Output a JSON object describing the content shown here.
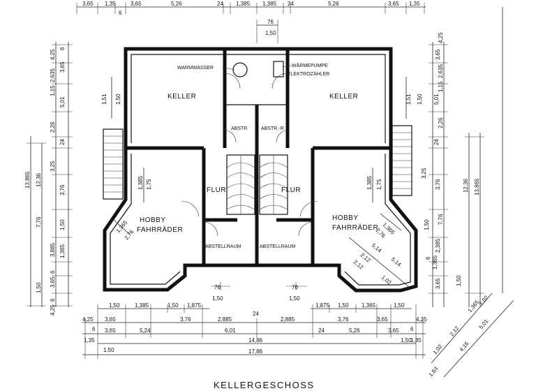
{
  "title": "KELLERGESCHOSS",
  "rooms": {
    "keller_left": "KELLER",
    "keller_right": "KELLER",
    "flur_left": "FLUR",
    "flur_right": "FLUR",
    "hobby_left_1": "HOBBY",
    "hobby_left_2": "FAHRRÄDER",
    "hobby_right_1": "HOBBY",
    "hobby_right_2": "FAHRRÄDER",
    "abstell_left": "ABSTELLRAUM",
    "abstell_right": "ABSTELLRAUM",
    "abstr_left": "ABSTR",
    "abstr_right": "ABSTR.-R",
    "warmwasser": "WARMWASSER",
    "waermepumpe": "WÄRMEPUMPE",
    "elektrozaehler": "ELEKTROZÄHLER"
  },
  "dims": {
    "top": [
      "3,65",
      "1,35",
      "6",
      "3,65",
      "5,26",
      "24",
      "1,385",
      "1,385",
      "24",
      "5,26",
      "3,65",
      "1,35"
    ],
    "top_mid_1": "76",
    "top_mid_2": "1,50",
    "left": [
      "4,25",
      "6",
      "3,65",
      "2,635",
      "1,15",
      "5,01",
      "2,26",
      "24",
      "3,25",
      "3,76",
      "7,76",
      "1,50",
      "3,885",
      "1,365",
      "6",
      "3,65",
      "1,50",
      "6",
      "4,25"
    ],
    "left_total_1": "13,865",
    "left_total_2": "12,36",
    "right": [
      "4,25",
      "3,65",
      "2,635",
      "1,15",
      "5,01",
      "2,26",
      "24",
      "3,25",
      "3,76",
      "7,76",
      "1,50",
      "2,385",
      "6",
      "1,365",
      "3,65",
      "1,50"
    ],
    "right_total_1": "12,36",
    "right_total_2": "13,865",
    "inner": [
      "1,51",
      "1,50",
      "1,51",
      "1,50",
      "1,385",
      "1,75",
      "1,385",
      "1,75",
      "1,365",
      "2,76",
      "1,365",
      "2,76",
      "5,14",
      "2,12",
      "1,02"
    ],
    "bottom_1": [
      "1,50",
      "1,385",
      "1,50",
      "1,875",
      "1,875",
      "1,50",
      "1,365",
      "1,50"
    ],
    "bottom_2": [
      "4,25",
      "6",
      "3,65",
      "3,76",
      "2,885",
      "24",
      "2,885",
      "3,76",
      "3,65",
      "6",
      "4,25"
    ],
    "bottom_3": [
      "1,35",
      "3,65",
      "5,24",
      "6,01",
      "24",
      "5,26",
      "3,65",
      "1,35"
    ],
    "bottom_total_1": "14,86",
    "bottom_total_2": "17,86",
    "bottom_150_left": "1,50",
    "bottom_150_right": "1,50",
    "bay_mid": [
      "76",
      "1,50",
      "76",
      "1,50"
    ],
    "diag": [
      "1,02",
      "2,12",
      "4,16",
      "5,01",
      "1,63",
      "1,365",
      "1,02",
      "2,12",
      "5,14"
    ]
  }
}
